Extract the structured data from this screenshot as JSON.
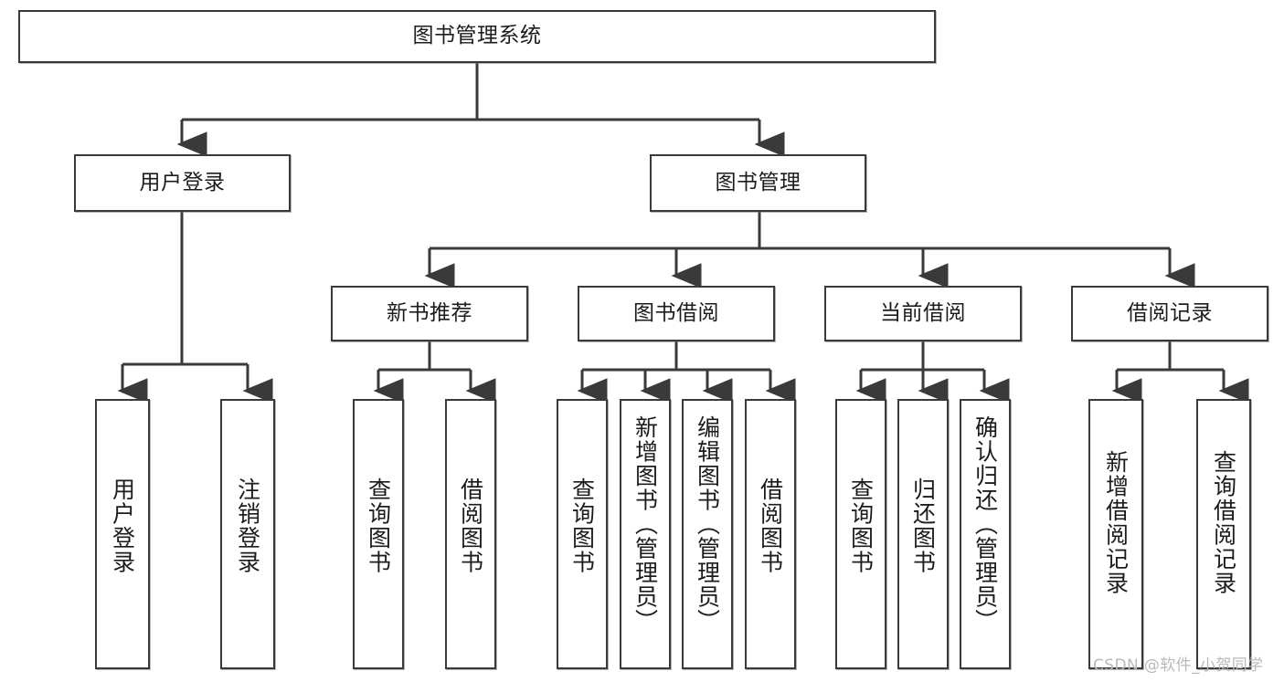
{
  "diagram": {
    "title_node": {
      "label": "图书管理系统"
    },
    "level2": [
      {
        "id": "user-login",
        "label": "用户登录"
      },
      {
        "id": "book-management",
        "label": "图书管理"
      }
    ],
    "level3": [
      {
        "id": "new-book-recommend",
        "label": "新书推荐"
      },
      {
        "id": "book-borrow",
        "label": "图书借阅"
      },
      {
        "id": "current-borrow",
        "label": "当前借阅"
      },
      {
        "id": "borrow-record",
        "label": "借阅记录"
      }
    ],
    "leaves": {
      "user_login": [
        {
          "id": "leaf-user-login",
          "label": "用户登录"
        },
        {
          "id": "leaf-logout-login",
          "label": "注销登录"
        }
      ],
      "new_book_recommend": [
        {
          "id": "leaf-query-book-1",
          "label": "查询图书"
        },
        {
          "id": "leaf-borrow-book-1",
          "label": "借阅图书"
        }
      ],
      "book_borrow": [
        {
          "id": "leaf-query-book-2",
          "label": "查询图书"
        },
        {
          "id": "leaf-add-book",
          "label": "新增图书（管理员）"
        },
        {
          "id": "leaf-edit-book",
          "label": "编辑图书（管理员）"
        },
        {
          "id": "leaf-borrow-book-2",
          "label": "借阅图书"
        }
      ],
      "current_borrow": [
        {
          "id": "leaf-query-book-3",
          "label": "查询图书"
        },
        {
          "id": "leaf-return-book",
          "label": "归还图书"
        },
        {
          "id": "leaf-confirm-return",
          "label": "确认归还（管理员）"
        }
      ],
      "borrow_record": [
        {
          "id": "leaf-add-record",
          "label": "新增借阅记录"
        },
        {
          "id": "leaf-query-record",
          "label": "查询借阅记录"
        }
      ]
    },
    "watermark": "CSDN @软件_小贺同学",
    "colors": {
      "box_border": "#3a3a3a",
      "box_fill": "#ffffff",
      "edge": "#3a3a3a",
      "text": "#1c1c1c",
      "watermark": "#b9b9b9",
      "background": "#ffffff"
    }
  }
}
